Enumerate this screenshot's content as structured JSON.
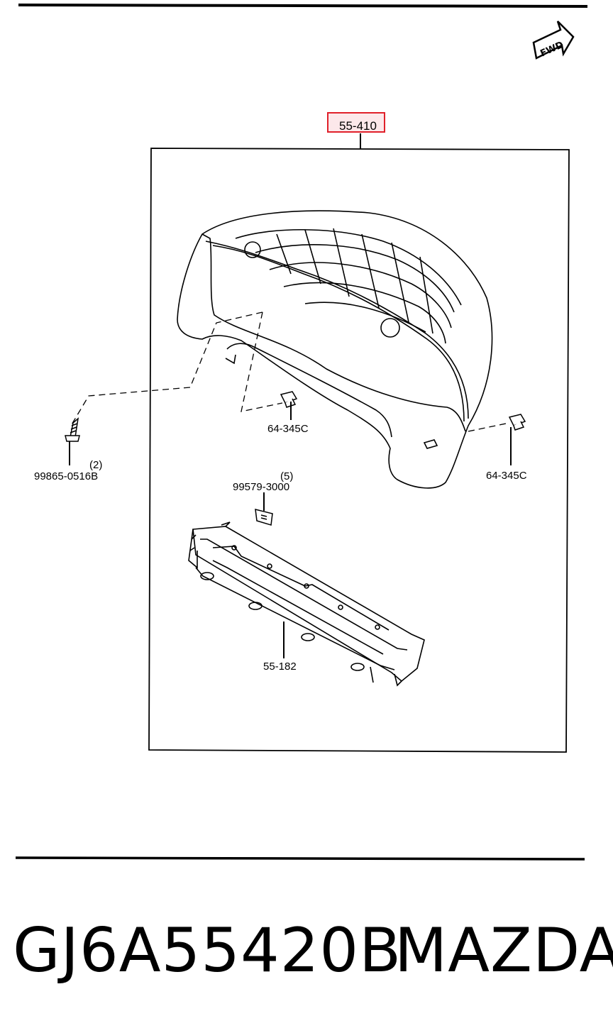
{
  "fwd_badge": "FWD",
  "highlighted_part": "55-410",
  "labels": {
    "clip_center": "64-345C",
    "clip_right": "64-345C",
    "screw_qty": "(2)",
    "screw_part": "99865-0516B",
    "label_qty": "(5)",
    "label_part": "99579-3000",
    "bracket_part": "55-182"
  },
  "footer": {
    "part_number": "GJ6A55420B",
    "brand": "MAZDA"
  },
  "colors": {
    "highlight_border": "#e0202a",
    "highlight_fill": "#fce8ea",
    "line": "#000000"
  }
}
